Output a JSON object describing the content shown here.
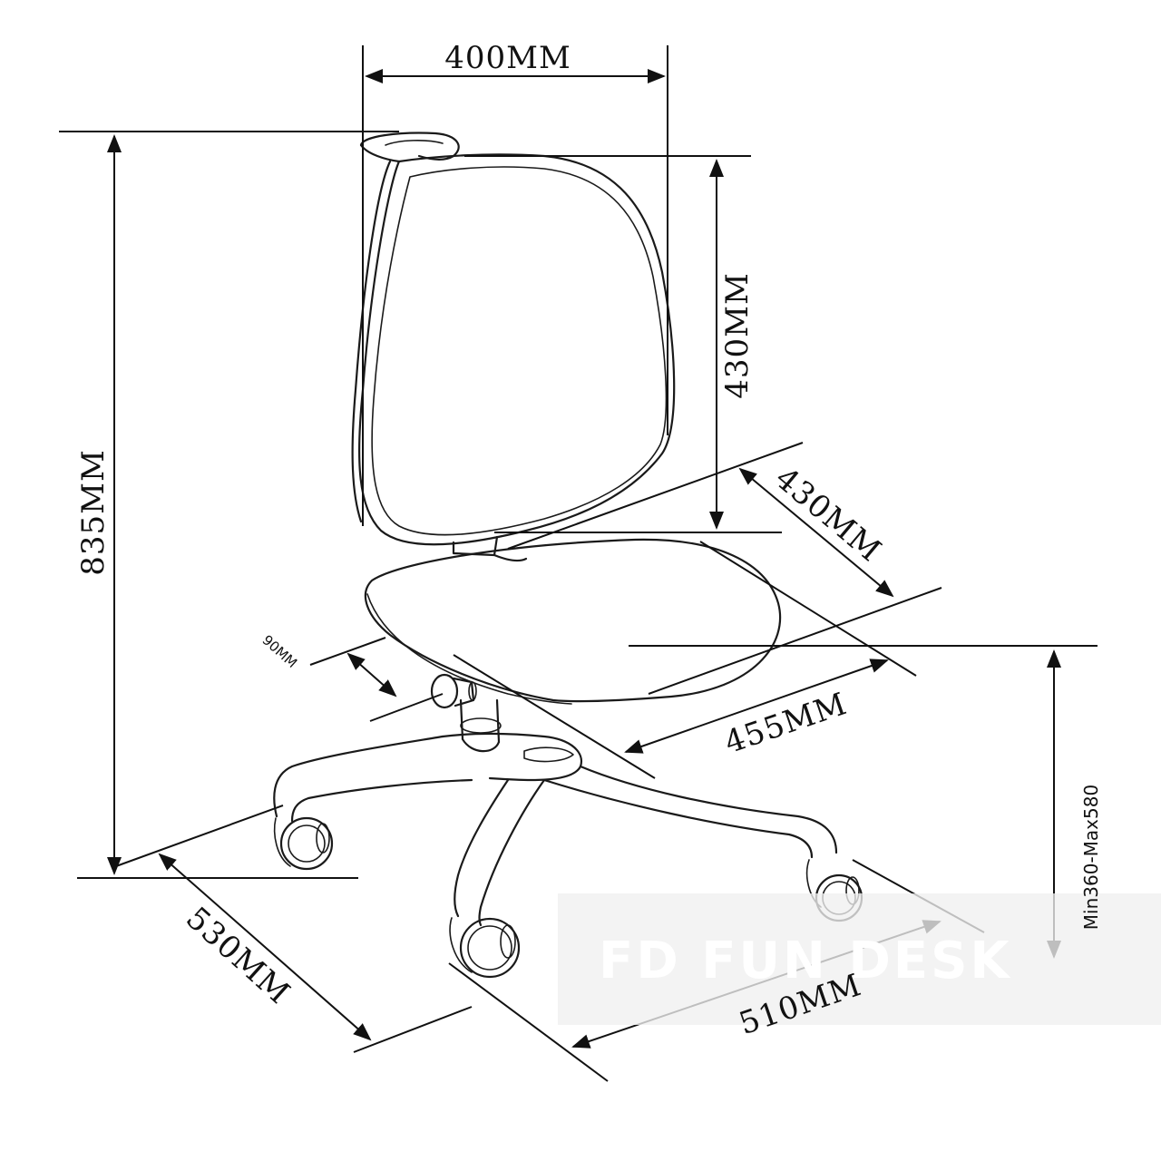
{
  "dimensions": {
    "backrest_width": "400MM",
    "total_height": "835MM",
    "backrest_height": "430MM",
    "seat_depth": "430MM",
    "seat_width": "455MM",
    "gas_lift": "90MM",
    "base_width": "530MM",
    "base_depth": "510MM",
    "seat_height_range": "Min360-Max580"
  },
  "watermark": {
    "brand": "FD FUN DESK"
  },
  "colors": {
    "ink": "#1a1a1a",
    "watermark_band": "#efefef"
  }
}
